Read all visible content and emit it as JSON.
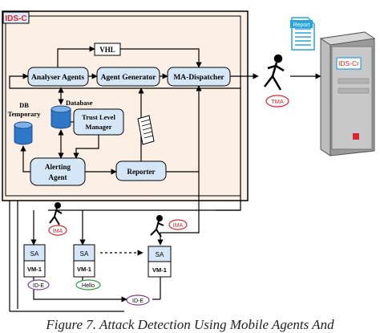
{
  "colors": {
    "ids_panel_fill": "#fcefe6",
    "box_fill": "#d5e7f7",
    "ids_label_fill": "#dbe9f8",
    "ids_label_text": "#d7282f",
    "oval_stroke": "#d7282f",
    "server_fill": "#c8c8c8",
    "server_indicator": "#d7282f",
    "report_icon": "#27a4e0",
    "hello_stroke": "#2f9a3a",
    "id_e_stroke": "#7a3a9a"
  },
  "diagram": {
    "ids_label": "IDS-C",
    "server_label": "IDS-Cr",
    "report_label": "Report",
    "agent_labels": {
      "tma": "TMA",
      "ima_left": "IMA",
      "ima_right": "IMA"
    },
    "boxes": {
      "vhl": "VHL",
      "analyser": "Analyser Agents",
      "generator": "Agent Generator",
      "dispatcher": "MA-Dispatcher",
      "trust_line1": "Trust Level",
      "trust_line2": "Manager",
      "alerting_line1": "Alerting",
      "alerting_line2": "Agent",
      "reporter": "Reporter"
    },
    "databases": {
      "main": "Database",
      "temp_line1": "DB",
      "temp_line2": "Temporary"
    },
    "nodes": {
      "sa": "SA",
      "vm": "VM-1"
    },
    "badges": {
      "id_e_left": "ID-E",
      "hello": "Hello",
      "id_e_bottom": "ID-E"
    }
  },
  "caption": "Figure 7. Attack Detection Using Mobile Agents And"
}
